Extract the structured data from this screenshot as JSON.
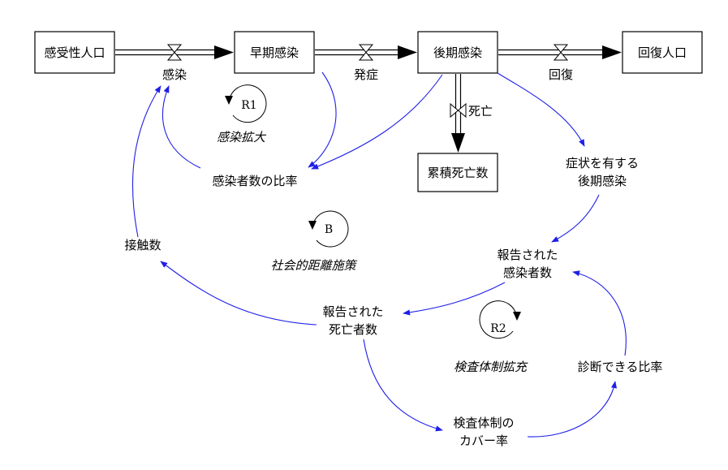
{
  "stocks": {
    "susceptible": "感受性人口",
    "early_infected": "早期感染",
    "late_infected": "後期感染",
    "recovered": "回復人口",
    "cumulative_deaths": "累積死亡数"
  },
  "flows": {
    "infection": "感染",
    "onset": "発症",
    "recovery": "回復",
    "death": "死亡"
  },
  "variables": {
    "infected_ratio": "感染者数の比率",
    "symptomatic_line1": "症状を有する",
    "symptomatic_line2": "後期感染",
    "reported_infected_line1": "報告された",
    "reported_infected_line2": "感染者数",
    "reported_deaths_line1": "報告された",
    "reported_deaths_line2": "死亡者数",
    "contact_count": "接触数",
    "diagnosable_ratio": "診断できる比率",
    "test_coverage_line1": "検査体制の",
    "test_coverage_line2": "カバー率"
  },
  "loops": {
    "r1_letter": "R1",
    "r1_name": "感染拡大",
    "b_letter": "B",
    "b_name": "社会的距離施策",
    "r2_letter": "R2",
    "r2_name": "検査体制拡充"
  },
  "colors": {
    "link": "#1f1fe8",
    "ink": "#000000",
    "background": "#ffffff"
  }
}
